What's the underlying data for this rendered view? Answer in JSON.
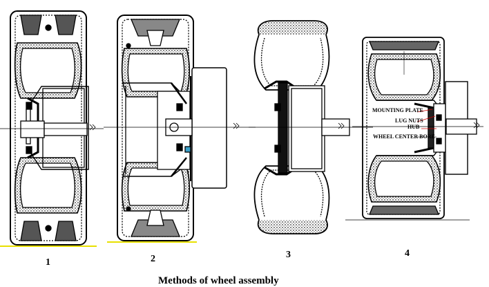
{
  "figure": {
    "caption": "Methods of wheel assembly",
    "panels": [
      {
        "number": "1"
      },
      {
        "number": "2"
      },
      {
        "number": "3"
      },
      {
        "number": "4"
      }
    ],
    "callouts": [
      "MOUNTING PLATE",
      "LUG NUTS",
      "HUB",
      "WHEEL CENTER BORE"
    ],
    "colors": {
      "ink": "#000000",
      "ground": "#e8e000",
      "leader": "#cc0000",
      "shade": "#777777"
    }
  }
}
